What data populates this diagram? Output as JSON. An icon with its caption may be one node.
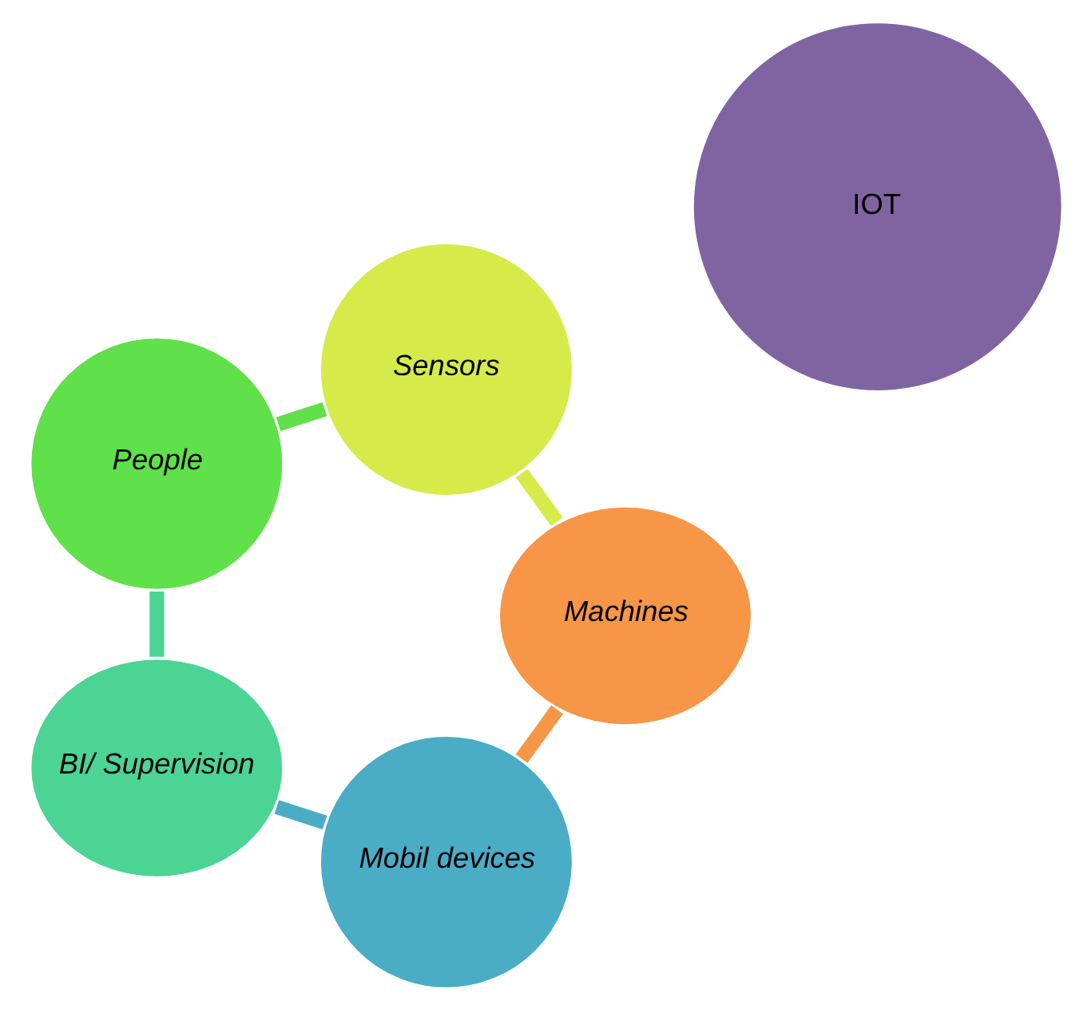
{
  "diagram": {
    "nodes": [
      {
        "text": [
          "Mobil devices"
        ]
      },
      {
        "text": [
          "Machines"
        ]
      },
      {
        "text": [
          "BI/ Supervision"
        ]
      },
      {
        "text": [
          "IOT"
        ]
      },
      {
        "text": [
          "Sensors"
        ]
      },
      {
        "text": [
          "People"
        ]
      }
    ],
    "edges": [
      {
        "from": 0,
        "to": 2,
        "arrow": "none",
        "color": "#4bacc6"
      },
      {
        "from": 2,
        "to": 5,
        "arrow": "none",
        "color": "#4cd494"
      },
      {
        "from": 5,
        "to": 4,
        "arrow": "none",
        "color": "#60e04a"
      },
      {
        "from": 4,
        "to": 1,
        "arrow": "none",
        "color": "#d4eb4a"
      },
      {
        "from": 1,
        "to": 0,
        "arrow": "none",
        "color": "#f79646"
      }
    ]
  }
}
